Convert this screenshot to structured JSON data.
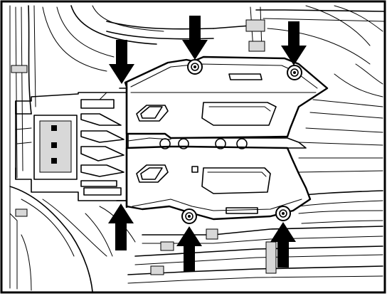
{
  "figure": {
    "subject": "underbody-shield-bracket",
    "arrow_count": 6,
    "bolt_count": 4,
    "icons": [
      "arrow-down-icon",
      "arrow-up-icon",
      "bolt-icon"
    ],
    "colors": {
      "line": "#000000",
      "background": "#ffffff"
    }
  }
}
